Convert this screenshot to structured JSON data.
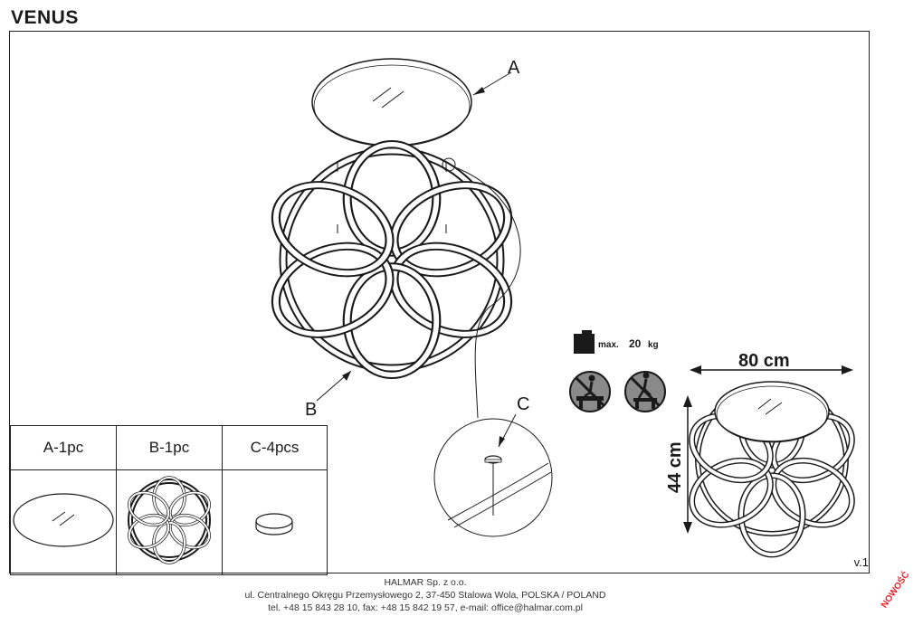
{
  "title": "VENUS",
  "labels": {
    "a": "A",
    "b": "B",
    "c": "C"
  },
  "parts_table": {
    "headers": [
      "A-1pc",
      "B-1pc",
      "C-4pcs"
    ],
    "icons": [
      "glass-top-icon",
      "frame-icon",
      "pad-icon"
    ]
  },
  "specs": {
    "max_label": "max.",
    "max_value": "20",
    "max_unit": "kg",
    "width": "80 cm",
    "height": "44 cm",
    "warning_icons": [
      "no-standing-on-table-icon",
      "no-climbing-icon"
    ]
  },
  "version": "v.1",
  "footer": {
    "company": "HALMAR Sp. z o.o.",
    "address": "ul. Centralnego Okręgu Przemysłowego 2, 37-450 Stalowa Wola, POLSKA / POLAND",
    "contact": "tel. +48 15 843 28 10, fax: +48 15 842 19 57, e-mail: office@halmar.com.pl"
  },
  "stamp": "NOWOŚĆ",
  "colors": {
    "line": "#1a1a1a",
    "warning_fill": "#8a8a8a",
    "stamp": "#e8202a"
  }
}
